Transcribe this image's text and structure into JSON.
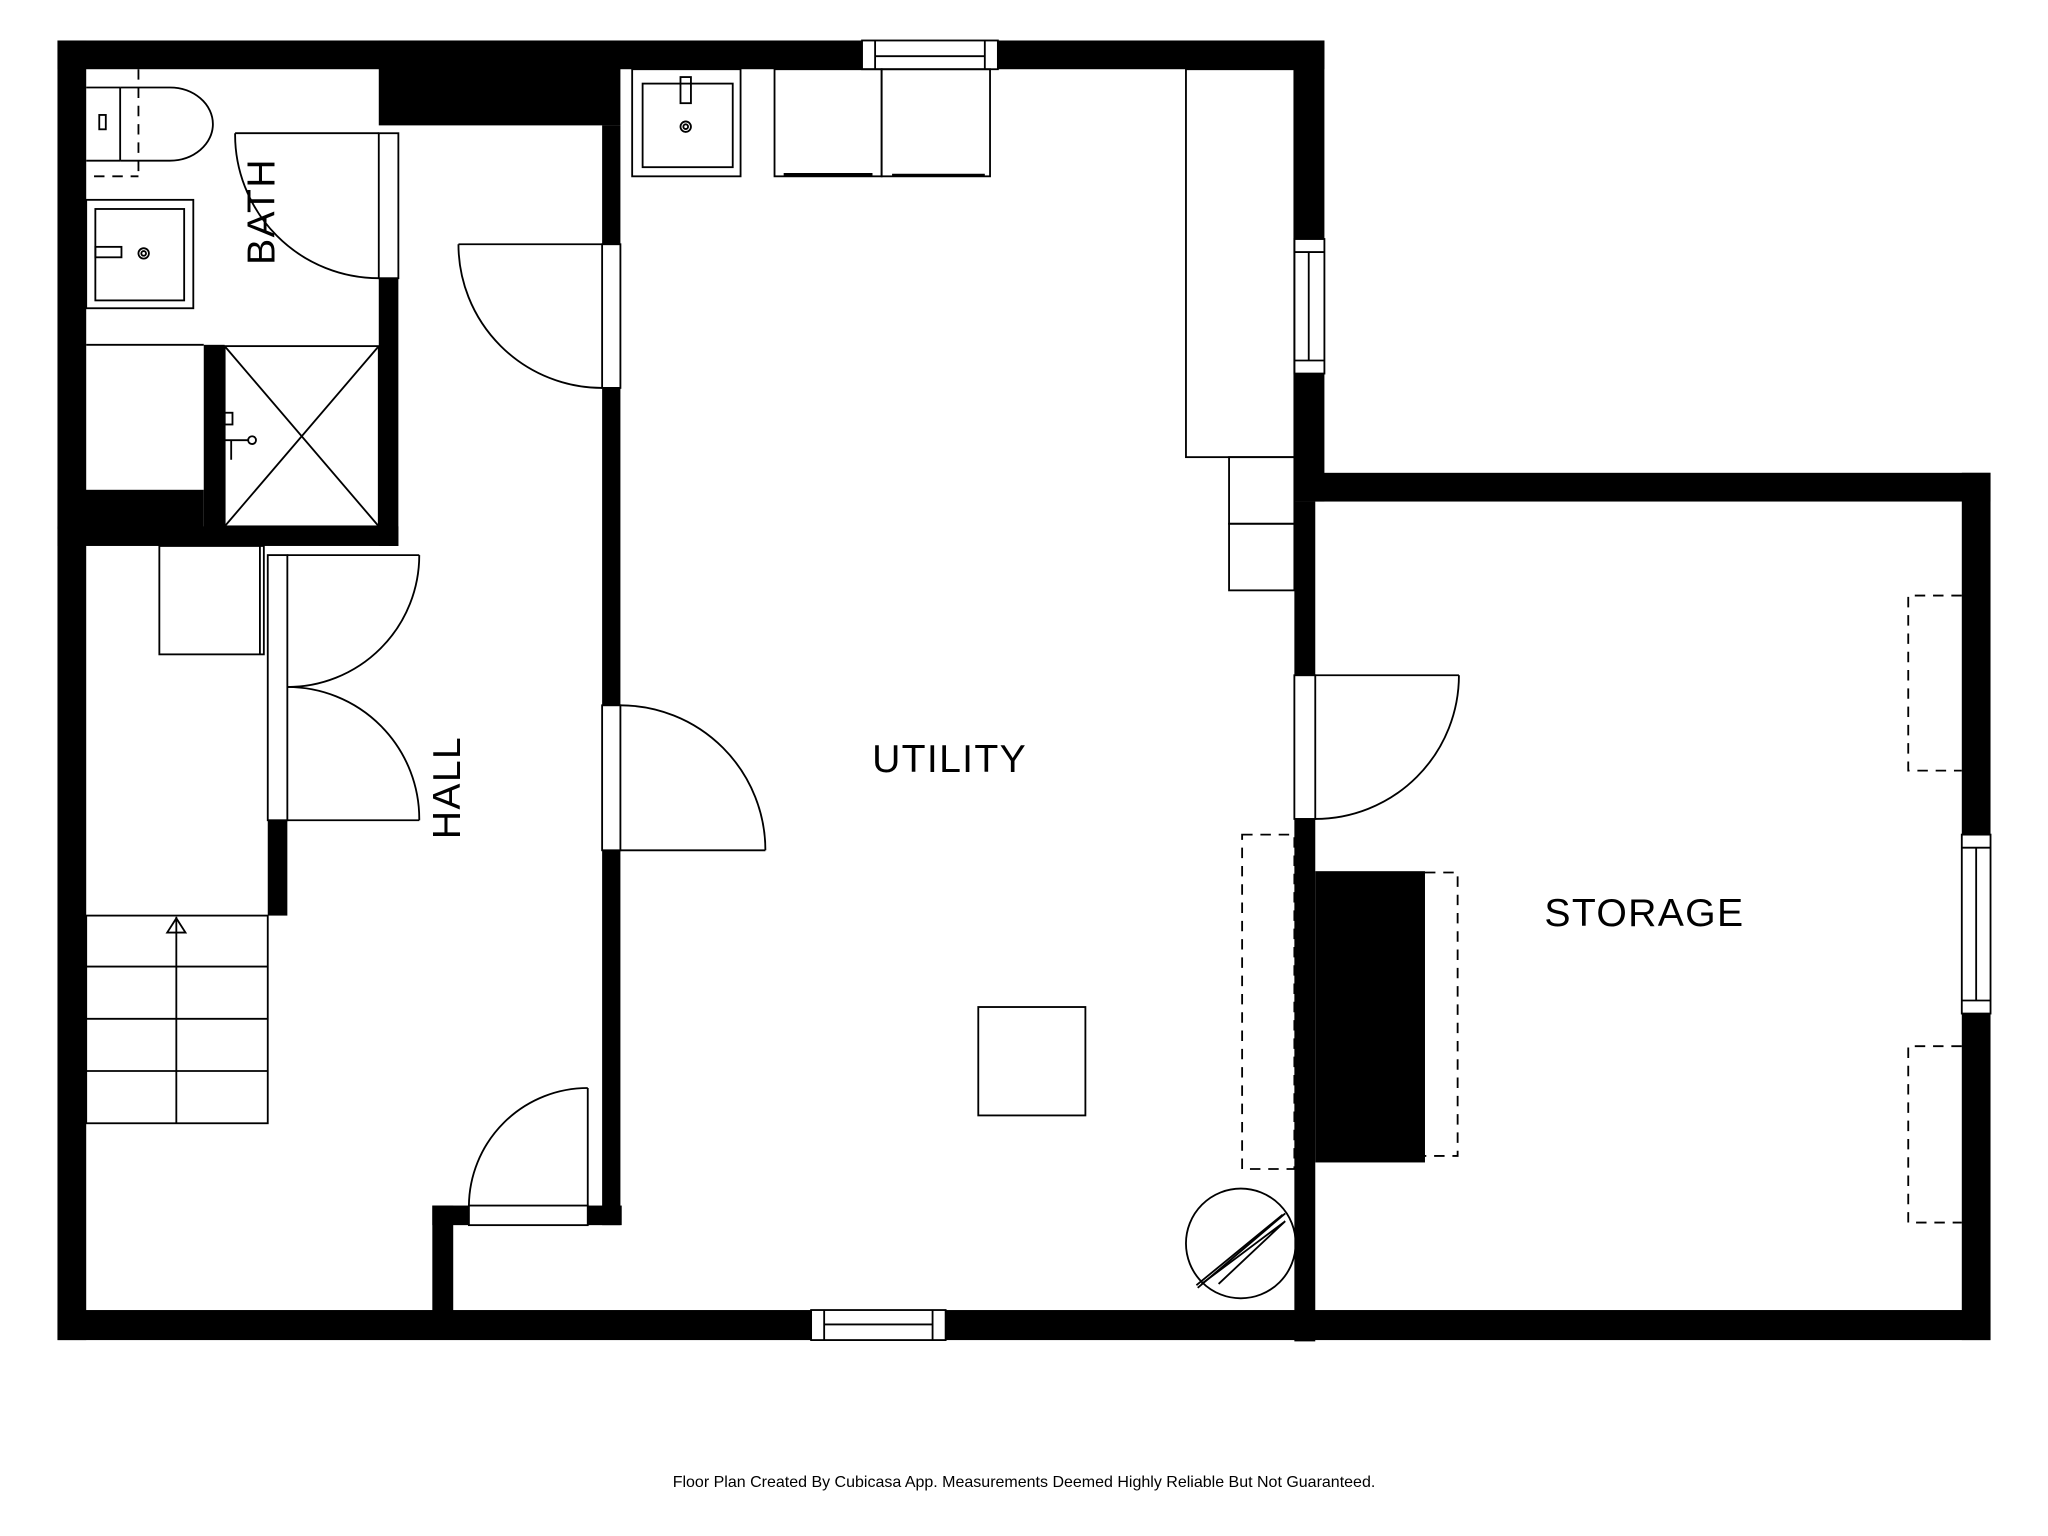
{
  "floor_plan": {
    "rooms": [
      {
        "id": "bath",
        "label": "BATH",
        "orientation": "vertical"
      },
      {
        "id": "hall",
        "label": "HALL",
        "orientation": "vertical"
      },
      {
        "id": "utility",
        "label": "UTILITY",
        "orientation": "horizontal"
      },
      {
        "id": "storage",
        "label": "STORAGE",
        "orientation": "horizontal"
      }
    ],
    "fixtures": [
      "toilet",
      "bath-sink",
      "shower",
      "utility-sink",
      "washer",
      "dryer",
      "counter",
      "stairs-up",
      "water-heater",
      "chimney",
      "furnace-box"
    ],
    "colors": {
      "wall": "#000000",
      "background": "#ffffff",
      "line": "#000000"
    }
  },
  "footer": {
    "disclaimer": "Floor Plan Created By Cubicasa App. Measurements Deemed Highly Reliable But Not Guaranteed."
  }
}
